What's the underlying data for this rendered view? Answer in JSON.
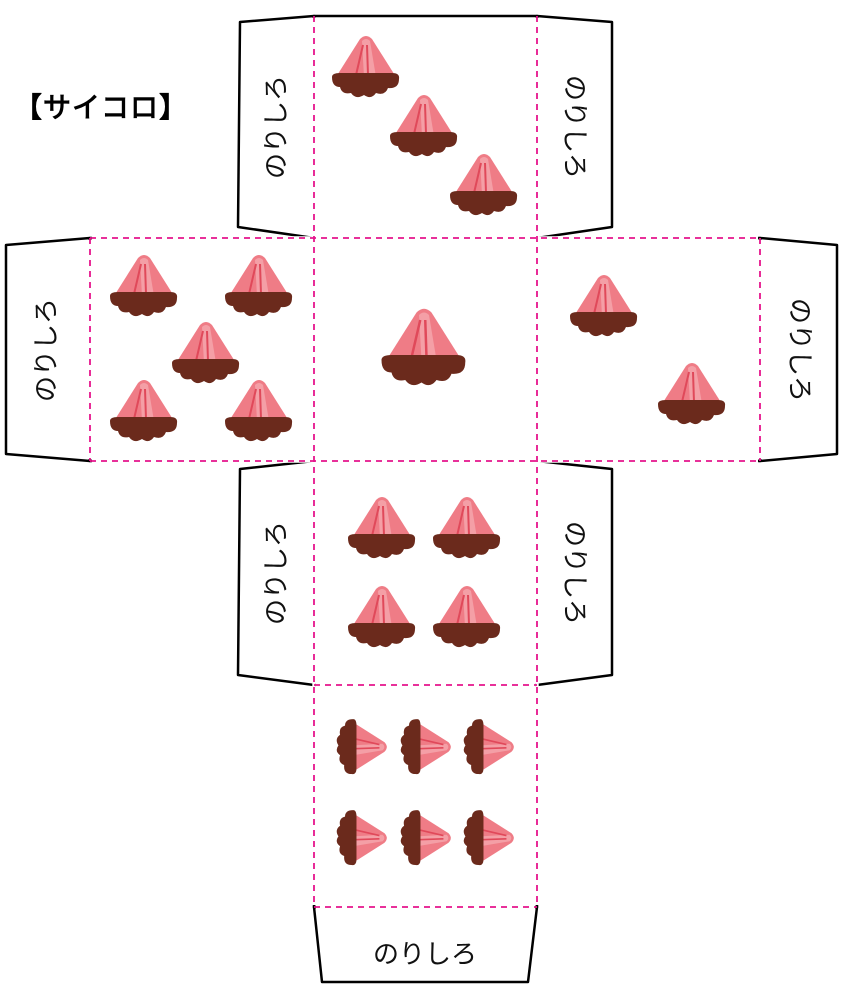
{
  "title": "【サイコロ】",
  "tab_label": "のりしろ",
  "colors": {
    "fold_line": "#e5148c",
    "outline": "#000000",
    "pip_pink": "#ef7c86",
    "pip_pink_light": "#f5a8ae",
    "pip_stripe": "#e0495a",
    "pip_brown": "#6b2a1c"
  },
  "faces": [
    {
      "name": "face-one",
      "pips": 1
    },
    {
      "name": "face-two",
      "pips": 2
    },
    {
      "name": "face-three",
      "pips": 3
    },
    {
      "name": "face-four",
      "pips": 4
    },
    {
      "name": "face-five",
      "pips": 5
    },
    {
      "name": "face-six",
      "pips": 6
    }
  ],
  "pip_icon": "strawberry-shortcake-slice-icon"
}
